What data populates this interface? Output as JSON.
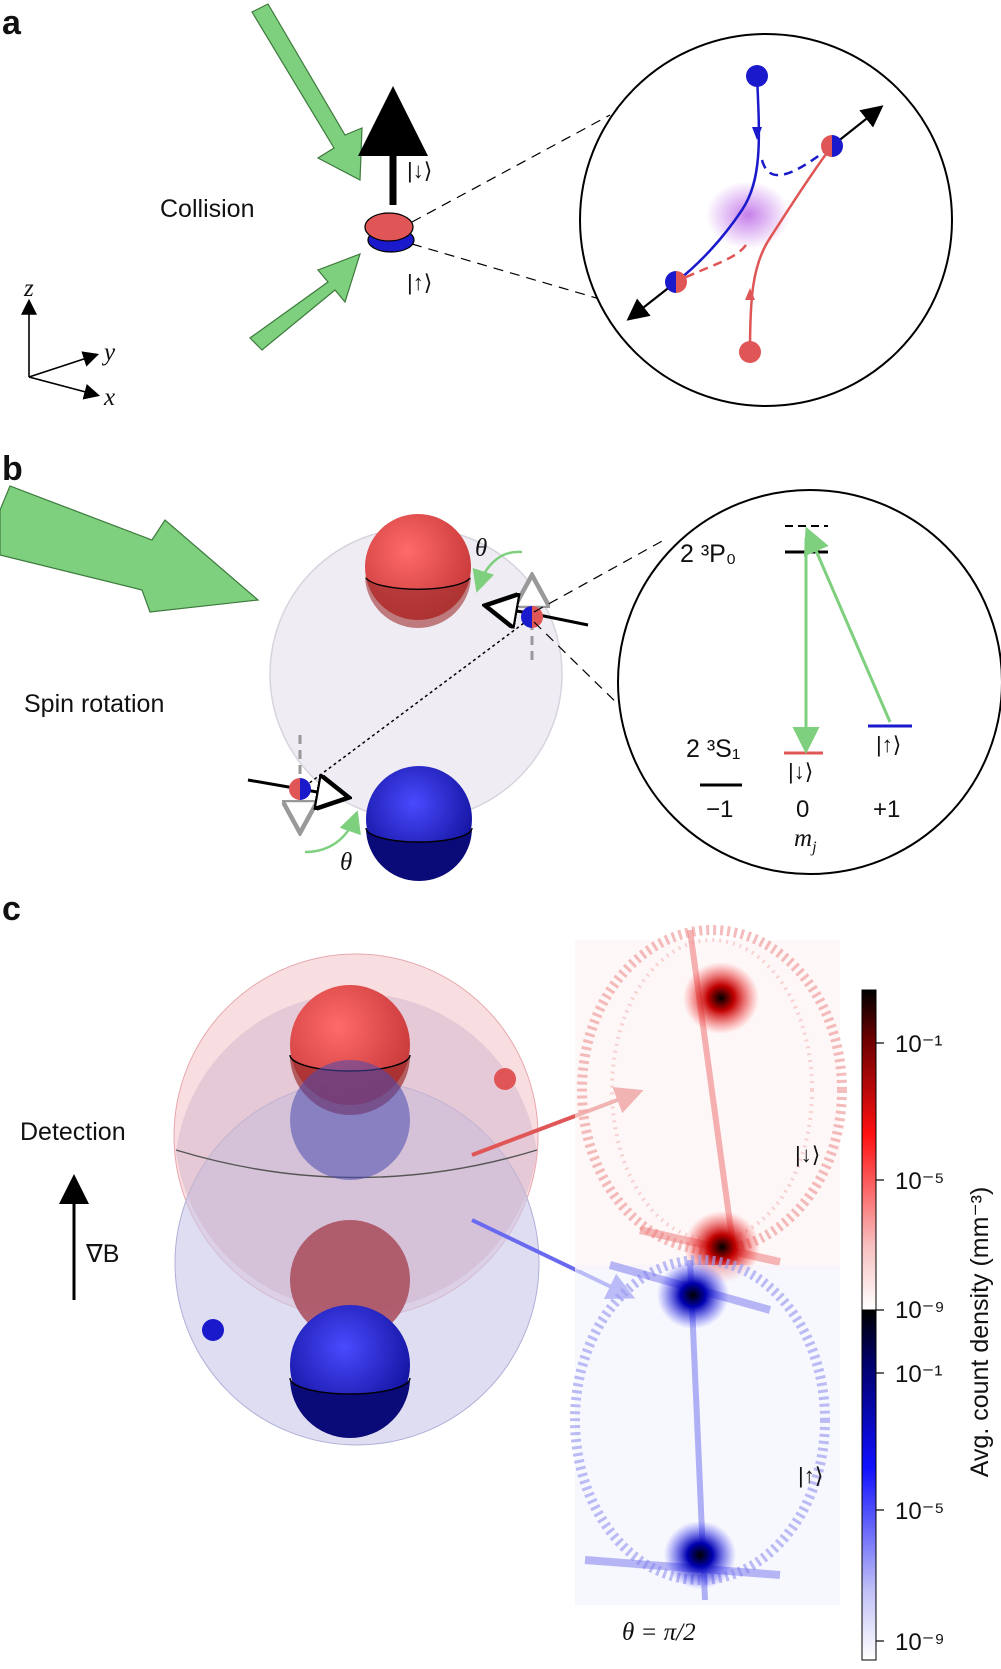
{
  "panels": [
    {
      "letter": "a"
    },
    {
      "letter": "b"
    },
    {
      "letter": "c"
    }
  ],
  "panel_a": {
    "label": "Collision",
    "ket_top": "|↓⟩",
    "ket_bottom": "|↑⟩",
    "axes": {
      "z": "z",
      "y": "y",
      "x": "x"
    }
  },
  "panel_b": {
    "label": "Spin rotation",
    "angle_symbol": "θ",
    "upper_level": "2 ³P₀",
    "lower_level": "2 ³S₁",
    "ket_down": "|↓⟩",
    "ket_up": "|↑⟩",
    "mj_values": [
      "−1",
      "0",
      "+1"
    ],
    "mj_label": "m_j"
  },
  "panel_c": {
    "label": "Detection",
    "gradient_label": "∇B",
    "ket_down": "|↓⟩",
    "ket_up": "|↑⟩",
    "theta_caption": "θ = π/2",
    "colorbar": {
      "label": "Avg. count density (mm⁻³)",
      "red_ticks": [
        "10⁻¹",
        "10⁻⁵",
        "10⁻⁹"
      ],
      "blue_ticks": [
        "10⁻¹",
        "10⁻⁵",
        "10⁻⁹"
      ]
    }
  },
  "colors": {
    "red": "#e05555",
    "blue": "#1a1acc",
    "green": "#7ed07e",
    "black": "#000000"
  }
}
